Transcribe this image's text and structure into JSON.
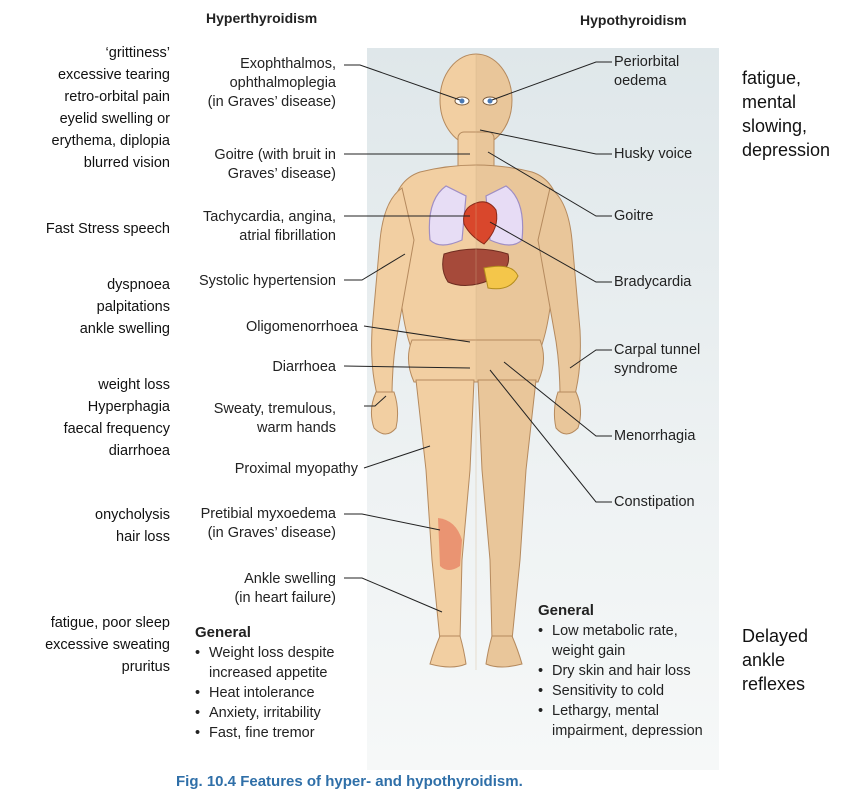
{
  "headers": {
    "hyper": "Hyperthyroidism",
    "hypo": "Hypothyroidism"
  },
  "left_notes": [
    {
      "lines": [
        "‘grittiness’",
        "excessive tearing",
        "retro-orbital pain",
        "eyelid swelling or",
        "erythema, diplopia",
        "blurred vision"
      ]
    },
    {
      "lines": [
        "Fast Stress speech"
      ]
    },
    {
      "lines": [
        "dyspnoea",
        "palpitations",
        "ankle swelling"
      ]
    },
    {
      "lines": [
        "weight loss",
        "Hyperphagia",
        "faecal frequency",
        "diarrhoea"
      ]
    },
    {
      "lines": [
        "onycholysis",
        "hair loss"
      ]
    },
    {
      "lines": [
        "fatigue, poor sleep",
        "excessive sweating",
        "pruritus"
      ]
    }
  ],
  "right_notes": {
    "top": [
      "fatigue,",
      "mental",
      "slowing,",
      "depression"
    ],
    "bottom": [
      "Delayed",
      "ankle",
      "reflexes"
    ]
  },
  "hyper_labels": [
    {
      "lines": [
        "Exophthalmos,",
        "ophthalmoplegia",
        "(in Graves’ disease)"
      ]
    },
    {
      "lines": [
        "Goitre (with bruit in",
        "Graves’ disease)"
      ]
    },
    {
      "lines": [
        "Tachycardia, angina,",
        "atrial fibrillation"
      ]
    },
    {
      "lines": [
        "Systolic hypertension"
      ]
    },
    {
      "lines": [
        "Oligomenorrhoea"
      ]
    },
    {
      "lines": [
        "Diarrhoea"
      ]
    },
    {
      "lines": [
        "Sweaty, tremulous,",
        "warm hands"
      ]
    },
    {
      "lines": [
        "Proximal myopathy"
      ]
    },
    {
      "lines": [
        "Pretibial myxoedema",
        "(in Graves’ disease)"
      ]
    },
    {
      "lines": [
        "Ankle swelling",
        "(in heart failure)"
      ]
    }
  ],
  "hypo_labels": [
    {
      "lines": [
        "Periorbital",
        "oedema"
      ]
    },
    {
      "lines": [
        "Husky voice"
      ]
    },
    {
      "lines": [
        "Goitre"
      ]
    },
    {
      "lines": [
        "Bradycardia"
      ]
    },
    {
      "lines": [
        "Carpal tunnel",
        "syndrome"
      ]
    },
    {
      "lines": [
        "Menorrhagia"
      ]
    },
    {
      "lines": [
        "Constipation"
      ]
    }
  ],
  "general_hyper": {
    "title": "General",
    "items": [
      "Weight loss despite",
      "increased appetite",
      "Heat intolerance",
      "Anxiety, irritability",
      "Fast, fine tremor"
    ]
  },
  "general_hypo": {
    "title": "General",
    "items": [
      "Low metabolic rate,",
      "weight gain",
      "Dry skin and hair loss",
      "Sensitivity to cold",
      "Lethargy, mental",
      "impairment, depression"
    ]
  },
  "caption": {
    "label": "Fig. 10.4",
    "text": " Features of hyper- and hypothyroidism."
  },
  "colors": {
    "skin_hyper": "#f2cfa2",
    "skin_hypo": "#e9c69a",
    "panel": "#e4ebee",
    "caption": "#2f6fa8",
    "lesion": "#e98a6a"
  }
}
